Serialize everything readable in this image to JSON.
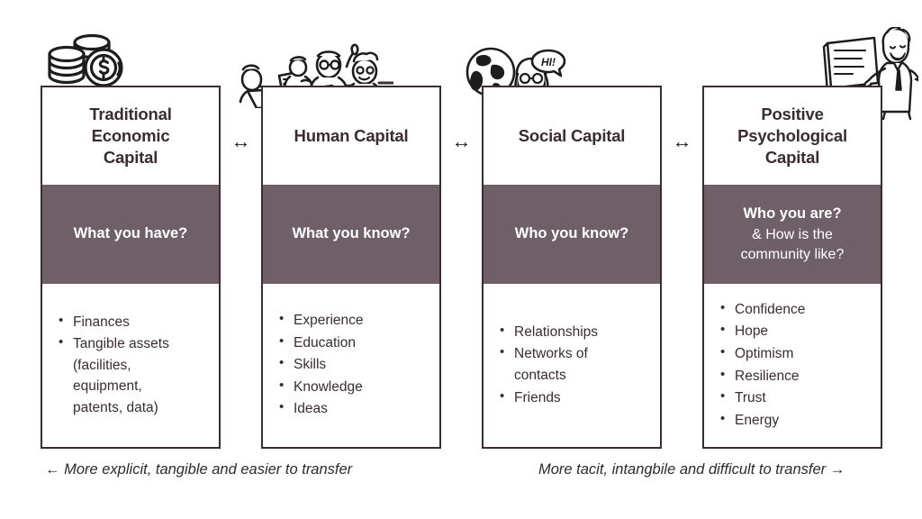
{
  "diagram": {
    "title_semantic": "Four forms of capital comparison",
    "columns": [
      {
        "id": "traditional-economic-capital",
        "title": "Traditional\nEconomic\nCapital",
        "title_lines": [
          "Traditional",
          "Economic",
          "Capital"
        ],
        "band_main": "What you have?",
        "band_sub": "",
        "bullets": [
          {
            "text": "Finances",
            "lines": [
              "Finances"
            ]
          },
          {
            "text": "Tangible assets (facilities, equipment, patents, data)",
            "lines": [
              "Tangible assets",
              "(facilities,",
              "equipment,",
              "patents, data)"
            ]
          }
        ],
        "icon": "coin-stack-dollar-icon"
      },
      {
        "id": "human-capital",
        "title": "Human Capital",
        "title_lines": [
          "Human Capital"
        ],
        "band_main": "What you know?",
        "band_sub": "",
        "bullets": [
          {
            "text": "Experience",
            "lines": [
              "Experience"
            ]
          },
          {
            "text": "Education",
            "lines": [
              "Education"
            ]
          },
          {
            "text": "Skills",
            "lines": [
              "Skills"
            ]
          },
          {
            "text": "Knowledge",
            "lines": [
              "Knowledge"
            ]
          },
          {
            "text": "Ideas",
            "lines": [
              "Ideas"
            ]
          }
        ],
        "icon": "team-meeting-table-icon"
      },
      {
        "id": "social-capital",
        "title": "Social Capital",
        "title_lines": [
          "Social Capital"
        ],
        "band_main": "Who you know?",
        "band_sub": "",
        "bullets": [
          {
            "text": "Relationships",
            "lines": [
              "Relationships"
            ]
          },
          {
            "text": "Networks of contacts",
            "lines": [
              "Networks of",
              "contacts"
            ]
          },
          {
            "text": "Friends",
            "lines": [
              "Friends"
            ]
          }
        ],
        "icon": "globe-person-greeting-icon"
      },
      {
        "id": "positive-psychological-capital",
        "title": "Positive\nPsychological\nCapital",
        "title_lines": [
          "Positive",
          "Psychological",
          "Capital"
        ],
        "band_main": "Who you are?",
        "band_sub": "& How is the community like?",
        "band_sub_lines": [
          "& How is the",
          "community like?"
        ],
        "bullets": [
          {
            "text": "Confidence",
            "lines": [
              "Confidence"
            ]
          },
          {
            "text": "Hope",
            "lines": [
              "Hope"
            ]
          },
          {
            "text": "Optimism",
            "lines": [
              "Optimism"
            ]
          },
          {
            "text": "Resilience",
            "lines": [
              "Resilience"
            ]
          },
          {
            "text": "Trust",
            "lines": [
              "Trust"
            ]
          },
          {
            "text": "Energy",
            "lines": [
              "Energy"
            ]
          }
        ],
        "icon": "presenter-flipchart-icon"
      }
    ],
    "connectors": [
      {
        "glyph": "↔",
        "name": "double-arrow-1"
      },
      {
        "glyph": "↔",
        "name": "double-arrow-2"
      },
      {
        "glyph": "↔",
        "name": "double-arrow-3"
      }
    ],
    "captions": {
      "left": "← More explicit, tangible and easier to transfer",
      "right": "More tacit, intangbile and difficult to transfer →"
    },
    "colors": {
      "band": "#6F6068",
      "ink": "#3B2B33",
      "background": "#FFFFFF",
      "caption": "#2B2B2B"
    }
  }
}
